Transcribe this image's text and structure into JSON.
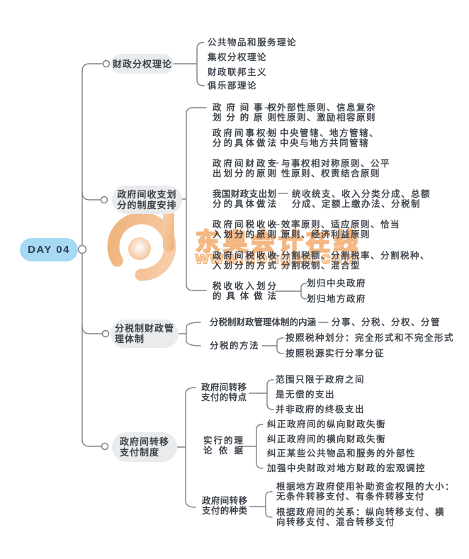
{
  "root": {
    "label": "DAY 04",
    "color": "#a7d9f4",
    "text_color": "#2c4050"
  },
  "watermark": {
    "logo": "dongao-d-logo",
    "brand_text": "东奥会计在线",
    "url_text": "www.dongao.com",
    "color": "#f09a56"
  },
  "colors": {
    "line": "#7d8287",
    "node_bg": "#e9ebed",
    "node_text": "#3b4147",
    "leaf_text": "#454b52"
  },
  "branches": [
    {
      "label": "财政分权理论",
      "children": [
        {
          "label": "公共物品和服务理论"
        },
        {
          "label": "集权分权理论"
        },
        {
          "label": "财政联邦主义"
        },
        {
          "label": "俱乐部理论"
        }
      ]
    },
    {
      "label": "政府间收支划分的制度安排",
      "label_lines": [
        "政府间收支划",
        "分的制度安排"
      ],
      "children": [
        {
          "label": "政府间事权划分的原则",
          "label_lines": [
            "政府间事权",
            "划分的原则"
          ],
          "value": "外部性原则、信息复杂性原则、激励相容原则",
          "value_lines": [
            "外部性原则、信息复杂",
            "性原则、激励相容原则"
          ]
        },
        {
          "label": "政府间事权划分的具体做法",
          "label_lines": [
            "政府间事权划",
            "分的具体做法"
          ],
          "value": "中央管辖、地方管辖、中央与地方共同管辖",
          "value_lines": [
            "中央管辖、地方管辖、",
            "中央与地方共同管辖"
          ]
        },
        {
          "label": "政府间财政支出划分的原则",
          "label_lines": [
            "政府间财政支",
            "出划分的原则"
          ],
          "value": "与事权相对称原则、公平性原则、权责结合原则",
          "value_lines": [
            "与事权相对称原则、公平",
            "性原则、权责结合原则"
          ]
        },
        {
          "label": "我国财政支出划分的具体做法",
          "label_lines": [
            "我国财政支出划",
            "分的具体做法"
          ],
          "value": "统收统支、收入分类分成、总额分成、定额上缴办法、分税制",
          "value_lines": [
            "统收统支、收入分类分成、总额",
            "分成、定额上缴办法、分税制"
          ]
        },
        {
          "label": "政府间税收收入划分的原则",
          "label_lines": [
            "政府间税收收",
            "入划分的原则"
          ],
          "value": "效率原则、适应原则、恰当原则、经济利益原则",
          "value_lines": [
            "效率原则、适应原则、恰当",
            "原则、经济利益原则"
          ]
        },
        {
          "label": "政府间税收收入划分的方式",
          "label_lines": [
            "政府间税收收",
            "入划分的方式"
          ],
          "value": "分割税额、分割税率、分割税种、分割税制、混合型",
          "value_lines": [
            "分割税额、分割税率、分割税种、",
            "分割税制、混合型"
          ]
        },
        {
          "label": "税收收入划分的具体做法",
          "label_lines": [
            "税收收入划分",
            "的具体做法"
          ],
          "children": [
            {
              "label": "划归中央政府"
            },
            {
              "label": "划归地方政府"
            }
          ]
        }
      ]
    },
    {
      "label": "分税制财政管理体制",
      "label_lines": [
        "分税制财政管",
        "理体制"
      ],
      "children": [
        {
          "label": "分税制财政管理体制的内涵",
          "value": "分事、分税、分权、分管"
        },
        {
          "label": "分税的方法",
          "children": [
            {
              "label": "按照税种划分：完全形式和不完全形式"
            },
            {
              "label": "按照税源实行分率分征"
            }
          ]
        }
      ]
    },
    {
      "label": "政府间转移支付制度",
      "label_lines": [
        "政府间转移",
        "支付制度"
      ],
      "children": [
        {
          "label": "政府间转移支付的特点",
          "label_lines": [
            "政府间转移",
            "支付的特点"
          ],
          "children": [
            {
              "label": "范围只限于政府之间"
            },
            {
              "label": "是无偿的支出"
            },
            {
              "label": "并非政府的终极支出"
            }
          ]
        },
        {
          "label": "实行的理论依据",
          "label_lines": [
            "实行的理",
            "论依据"
          ],
          "children": [
            {
              "label": "纠正政府间的纵向财政失衡"
            },
            {
              "label": "纠正政府间的横向财政失衡"
            },
            {
              "label": "纠正某些公共物品和服务的外部性"
            },
            {
              "label": "加强中央财政对地方财政的宏观调控"
            }
          ]
        },
        {
          "label": "政府间转移支付的种类",
          "label_lines": [
            "政府间转移",
            "支付的种类"
          ],
          "children": [
            {
              "label": "根据地方政府使用补助资金权限的大小：无条件转移支付、有条件转移支付",
              "label_lines": [
                "根据地方政府使用补助资金权限的大小：",
                "无条件转移支付、有条件转移支付"
              ]
            },
            {
              "label": "根据政府间的关系：纵向转移支付、横向转移支付、混合转移支付",
              "label_lines": [
                "根据政府间的关系：纵向转移支付、横",
                "向转移支付、混合转移支付"
              ]
            }
          ]
        }
      ]
    }
  ]
}
